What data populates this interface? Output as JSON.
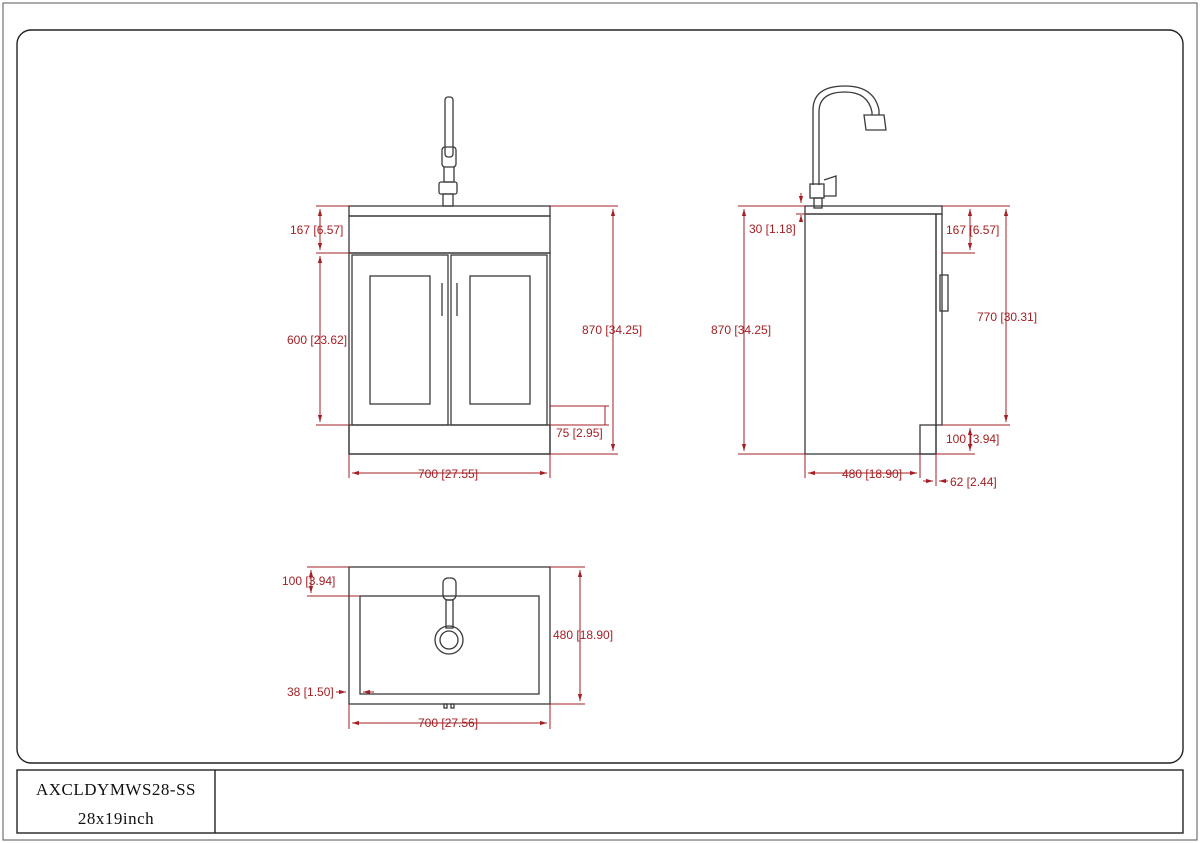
{
  "colors": {
    "outline": "#3a3a3a",
    "dimension": "#a31f24",
    "label": "#a31f24",
    "frame": "#222222"
  },
  "title_block": {
    "model": "AXCLDYMWS28-SS",
    "size": "28x19inch",
    "notes": ""
  },
  "front_view": {
    "top_height": "167 [6.57]",
    "door_height": "600 [23.62]",
    "total_height": "870 [34.25]",
    "toe_kick": "75 [2.95]",
    "width": "700 [27.55]"
  },
  "side_view": {
    "top_thickness": "30 [1.18]",
    "total_height": "870 [34.25]",
    "top_height": "167 [6.57]",
    "cabinet_height": "770 [30.31]",
    "toe_height": "100 [3.94]",
    "depth": "480 [18.90]",
    "toe_depth": "62 [2.44]"
  },
  "top_view": {
    "back_margin": "100 [3.94]",
    "depth": "480 [18.90]",
    "front_margin": "38 [1.50]",
    "width": "700 [27.56]"
  }
}
